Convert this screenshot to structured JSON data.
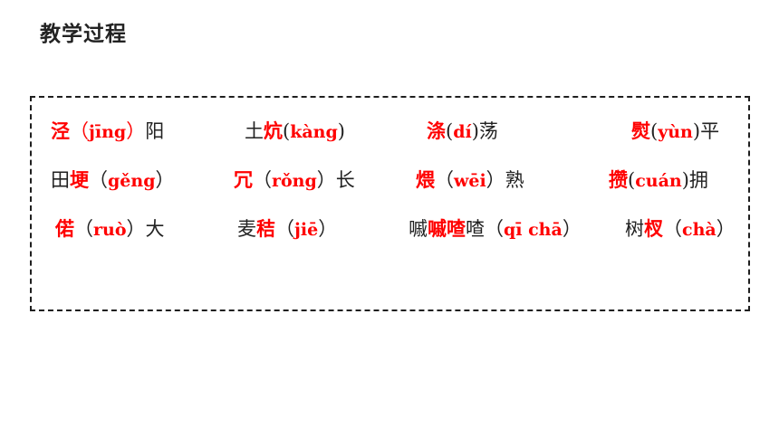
{
  "page": {
    "title": "教学过程"
  },
  "colors": {
    "highlight": "#ff0000",
    "text": "#222222",
    "border": "#1f1f1f"
  },
  "rows": [
    [
      {
        "pre": "",
        "key": "泾",
        "open": "（",
        "pinyin": "jīng",
        "close": "）",
        "post": "阳"
      },
      {
        "pre": "土",
        "key": "炕",
        "open": "(",
        "pinyin": "kàng",
        "close": ")",
        "post": ""
      },
      {
        "pre": "",
        "key": "涤",
        "open": "(",
        "pinyin": "dí",
        "close": ")",
        "post": "荡"
      },
      {
        "pre": "",
        "key": "熨",
        "open": "(",
        "pinyin": "yùn",
        "close": ")",
        "post": "平"
      }
    ],
    [
      {
        "pre": "田",
        "key": "埂",
        "open": "（",
        "pinyin": "gěng",
        "close": "）",
        "post": ""
      },
      {
        "pre": "",
        "key": "冗",
        "open": "（",
        "pinyin": "rǒng",
        "close": "）",
        "post": "长"
      },
      {
        "pre": "",
        "key": "煨",
        "open": "（",
        "pinyin": "wēi",
        "close": "）",
        "post": "熟"
      },
      {
        "pre": "",
        "key": "攒",
        "open": "(",
        "pinyin": "cuán",
        "close": ")",
        "post": "拥"
      }
    ],
    [
      {
        "pre": "",
        "key": "偌",
        "open": "（",
        "pinyin": "ruò",
        "close": "）",
        "post": "大"
      },
      {
        "pre": "麦",
        "key": "秸",
        "open": "（",
        "pinyin": "jiē",
        "close": "）",
        "post": ""
      },
      {
        "pre": "嘁",
        "key": "嘁喳",
        "open": "",
        "pinyin": "",
        "close": "",
        "post": "喳（qī chā）"
      },
      {
        "pre": "树",
        "key": "杈",
        "open": "（",
        "pinyin": "chà",
        "close": "）",
        "post": ""
      }
    ]
  ]
}
